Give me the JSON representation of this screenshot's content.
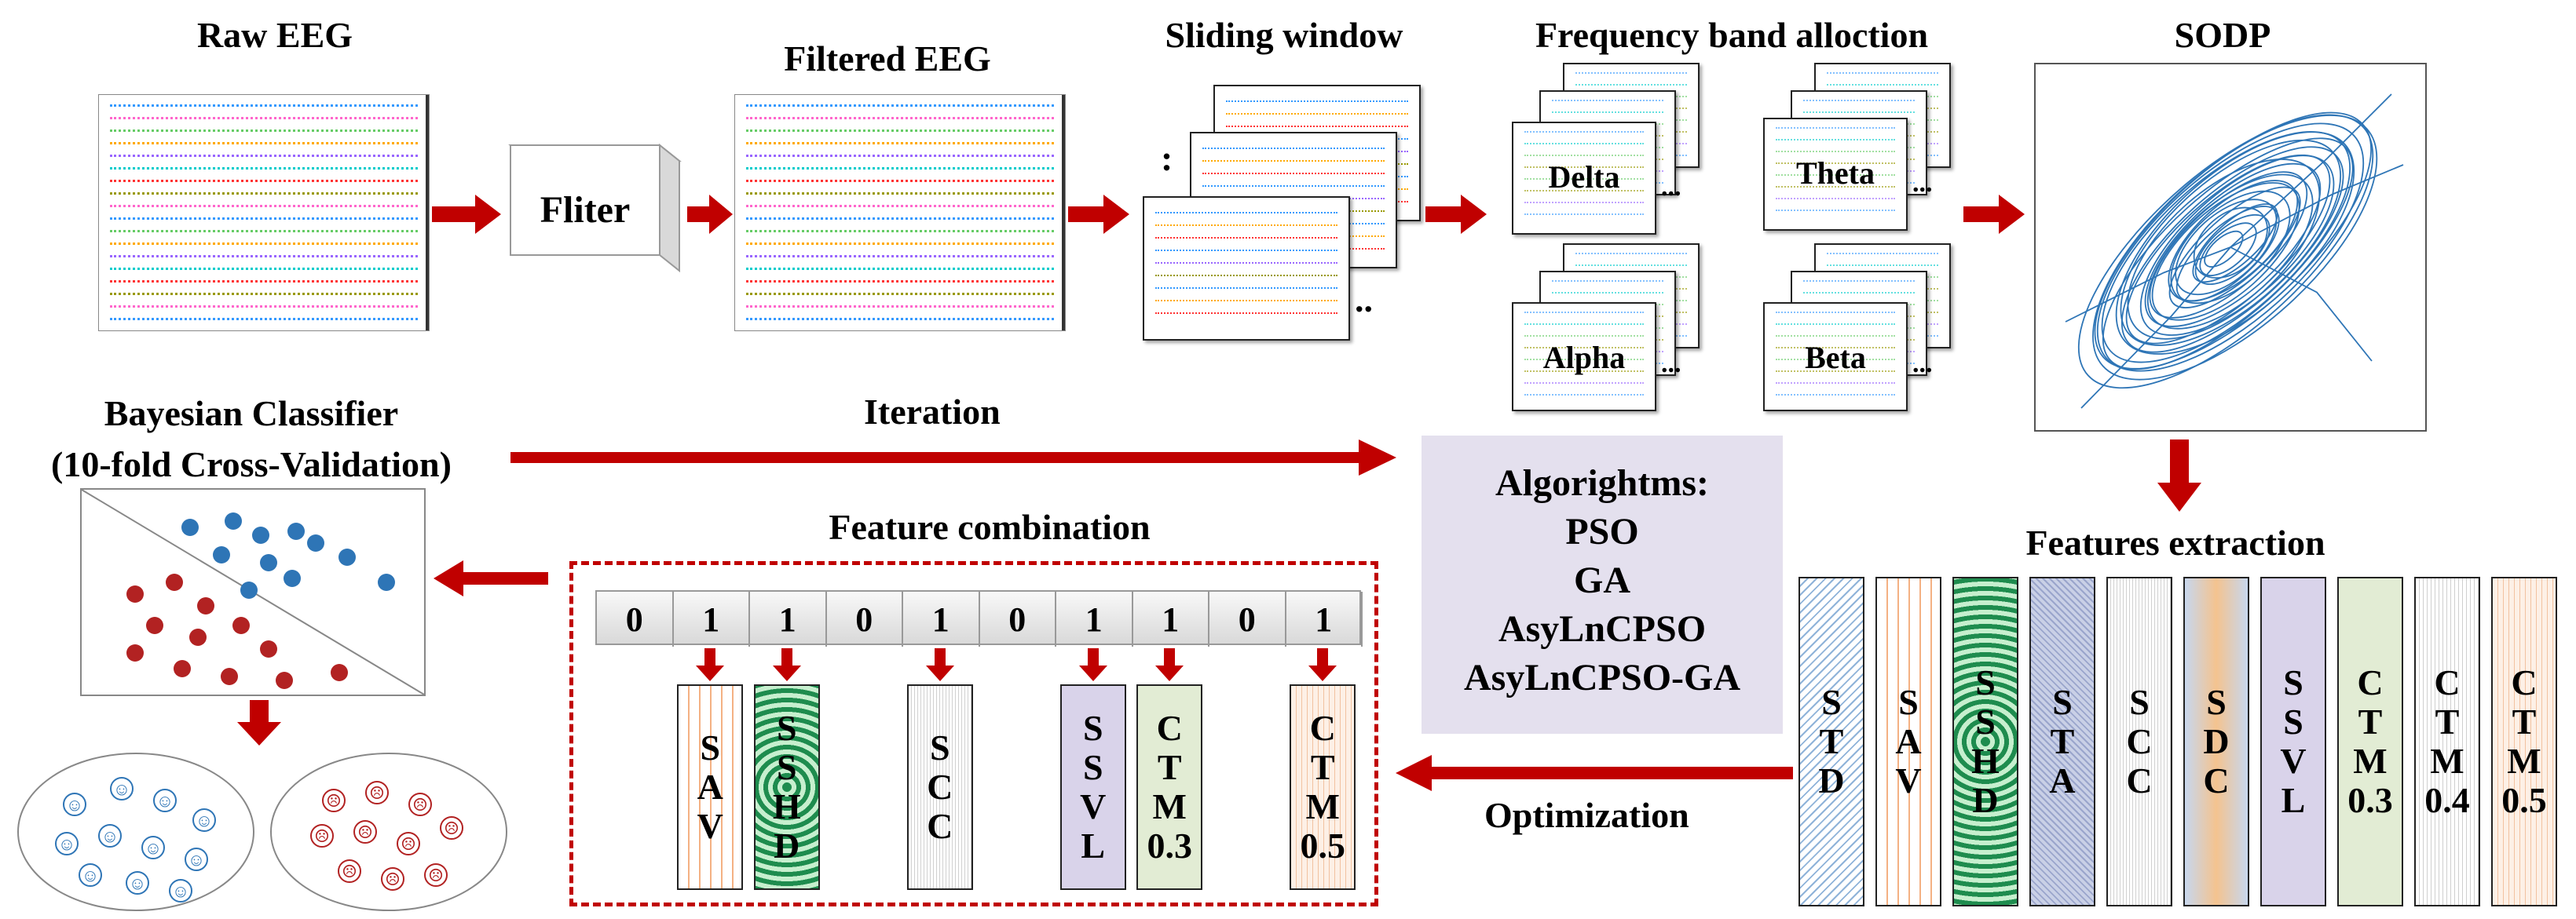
{
  "titles": {
    "raw_eeg": "Raw EEG",
    "filtered_eeg": "Filtered EEG",
    "sliding_window": "Sliding window",
    "frequency_band": "Frequency band alloction",
    "sodp": "SODP",
    "bayesian_line1": "Bayesian Classifier",
    "bayesian_line2": "(10-fold Cross-Validation)",
    "feature_combination": "Feature combination",
    "features_extraction": "Features extraction"
  },
  "filter_label": "Fliter",
  "sliding_dots": [
    ":",
    ".."
  ],
  "bands": [
    "Delta",
    "Theta",
    "Alpha",
    "Beta"
  ],
  "band_dots": "...",
  "arrow_labels": {
    "iteration": "Iteration",
    "optimization": "Optimization"
  },
  "algorithms": {
    "heading": "Algorightms:",
    "items": [
      "PSO",
      "GA",
      "AsyLnCPSO",
      "AsyLnCPSO-GA"
    ]
  },
  "bits": [
    "0",
    "1",
    "1",
    "0",
    "1",
    "0",
    "1",
    "1",
    "0",
    "1"
  ],
  "selected_features": [
    {
      "lines": [
        "S",
        "A",
        "V"
      ]
    },
    {
      "lines": [
        "S",
        "S",
        "H",
        "D"
      ]
    },
    {
      "lines": [
        "S",
        "C",
        "C"
      ]
    },
    {
      "lines": [
        "S",
        "S",
        "V",
        "L"
      ]
    },
    {
      "lines": [
        "C",
        "T",
        "M",
        "0.3"
      ]
    },
    {
      "lines": [
        "C",
        "T",
        "M",
        "0.5"
      ]
    }
  ],
  "features": [
    {
      "lines": [
        "S",
        "T",
        "D"
      ]
    },
    {
      "lines": [
        "S",
        "A",
        "V"
      ]
    },
    {
      "lines": [
        "S",
        "S",
        "H",
        "D"
      ]
    },
    {
      "lines": [
        "S",
        "T",
        "A"
      ]
    },
    {
      "lines": [
        "S",
        "C",
        "C"
      ]
    },
    {
      "lines": [
        "S",
        "D",
        "C"
      ]
    },
    {
      "lines": [
        "S",
        "S",
        "V",
        "L"
      ]
    },
    {
      "lines": [
        "C",
        "T",
        "M",
        "0.3"
      ]
    },
    {
      "lines": [
        "C",
        "T",
        "M",
        "0.4"
      ]
    },
    {
      "lines": [
        "C",
        "T",
        "M",
        "0.5"
      ]
    }
  ],
  "colors": {
    "arrow_red": "#c00000",
    "dot_blue": "#2e75b6",
    "dot_red": "#b22222",
    "algo_bg": "#e4e0ee",
    "sodp_line": "#2e75b6"
  }
}
